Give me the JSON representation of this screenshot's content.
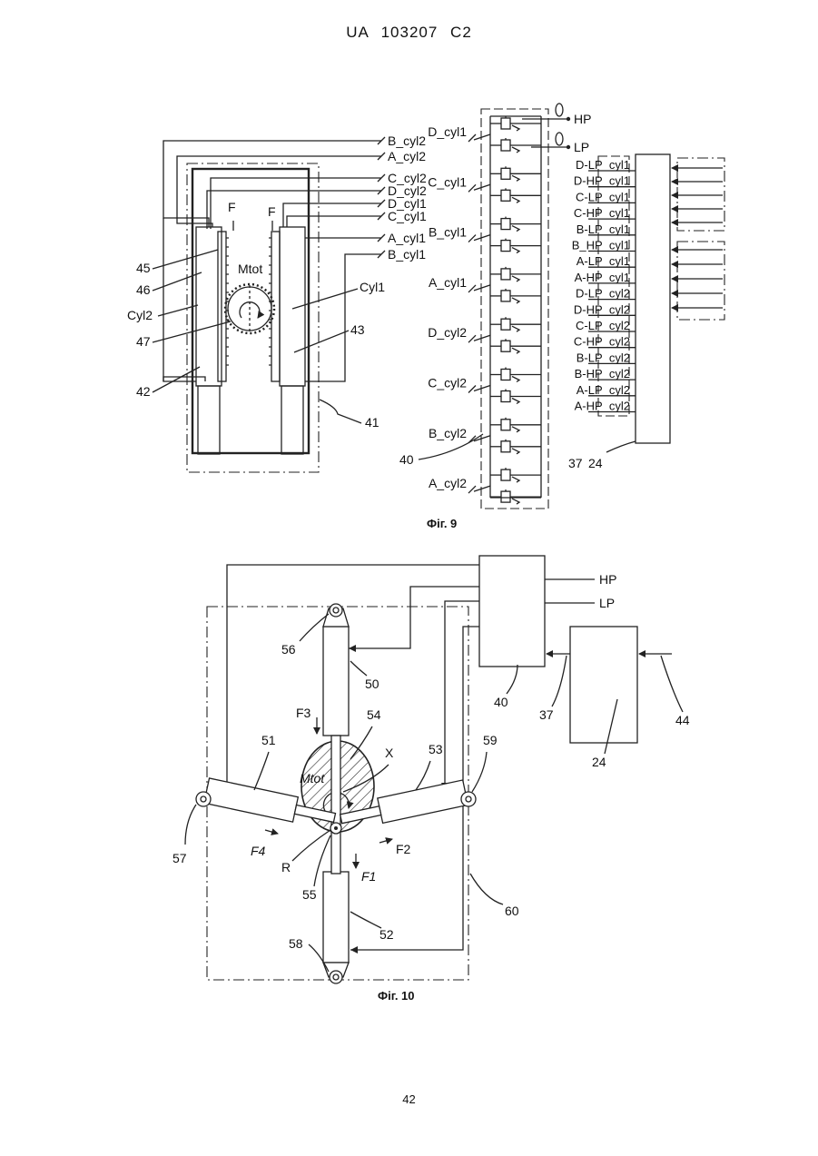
{
  "header": "UA   103207   C2",
  "page_number": "42",
  "fig9": {
    "caption": "Фіг. 9",
    "labels": {
      "B_cyl2": "B_cyl2",
      "A_cyl2": "A_cyl2",
      "C_cyl2": "C_cyl2",
      "D_cyl2": "D_cyl2",
      "D_cyl1": "D_cyl1",
      "C_cyl1": "C_cyl1",
      "A_cyl1": "A_cyl1",
      "B_cyl1": "B_cyl1",
      "F": "F",
      "Mtot": "Mtot",
      "Cyl1": "Cyl1",
      "Cyl2": "Cyl2",
      "n45": "45",
      "n46": "46",
      "n47": "47",
      "n42": "42",
      "n43": "43",
      "n41": "41"
    },
    "valve_group_labels": [
      "D_cyl1",
      "C_cyl1",
      "B_cyl1",
      "A_cyl1",
      "D_cyl2",
      "C_cyl2",
      "B_cyl2",
      "A_cyl2"
    ],
    "n40": "40",
    "hp": "HP",
    "lp": "LP",
    "signal_labels": [
      "D-LP_cyl1",
      "D-HP_cyl1",
      "C-LP_cyl1",
      "C-HP_cyl1",
      "B-LP_cyl1",
      "B_HP_cyl1",
      "A-LP_cyl1",
      "A-HP_cyl1",
      "D-LP_cyl2",
      "D-HP_cyl2",
      "C-LP_cyl2",
      "C-HP_cyl2",
      "B-LP_cyl2",
      "B-HP_cyl2",
      "A-LP_cyl2",
      "A-HP_cyl2"
    ],
    "n37": "37",
    "n24": "24"
  },
  "fig10": {
    "caption": "Фіг. 10",
    "hp": "HP",
    "lp": "LP",
    "labels": {
      "n40": "40",
      "n37": "37",
      "n24": "24",
      "n44": "44",
      "n56": "56",
      "n50": "50",
      "n54": "54",
      "n51": "51",
      "n53": "53",
      "n59": "59",
      "n57": "57",
      "n55": "55",
      "n52": "52",
      "n58": "58",
      "n60": "60",
      "F1": "F1",
      "F2": "F2",
      "F3": "F3",
      "F4": "F4",
      "X": "X",
      "R": "R",
      "Mtot": "Mtot"
    }
  }
}
